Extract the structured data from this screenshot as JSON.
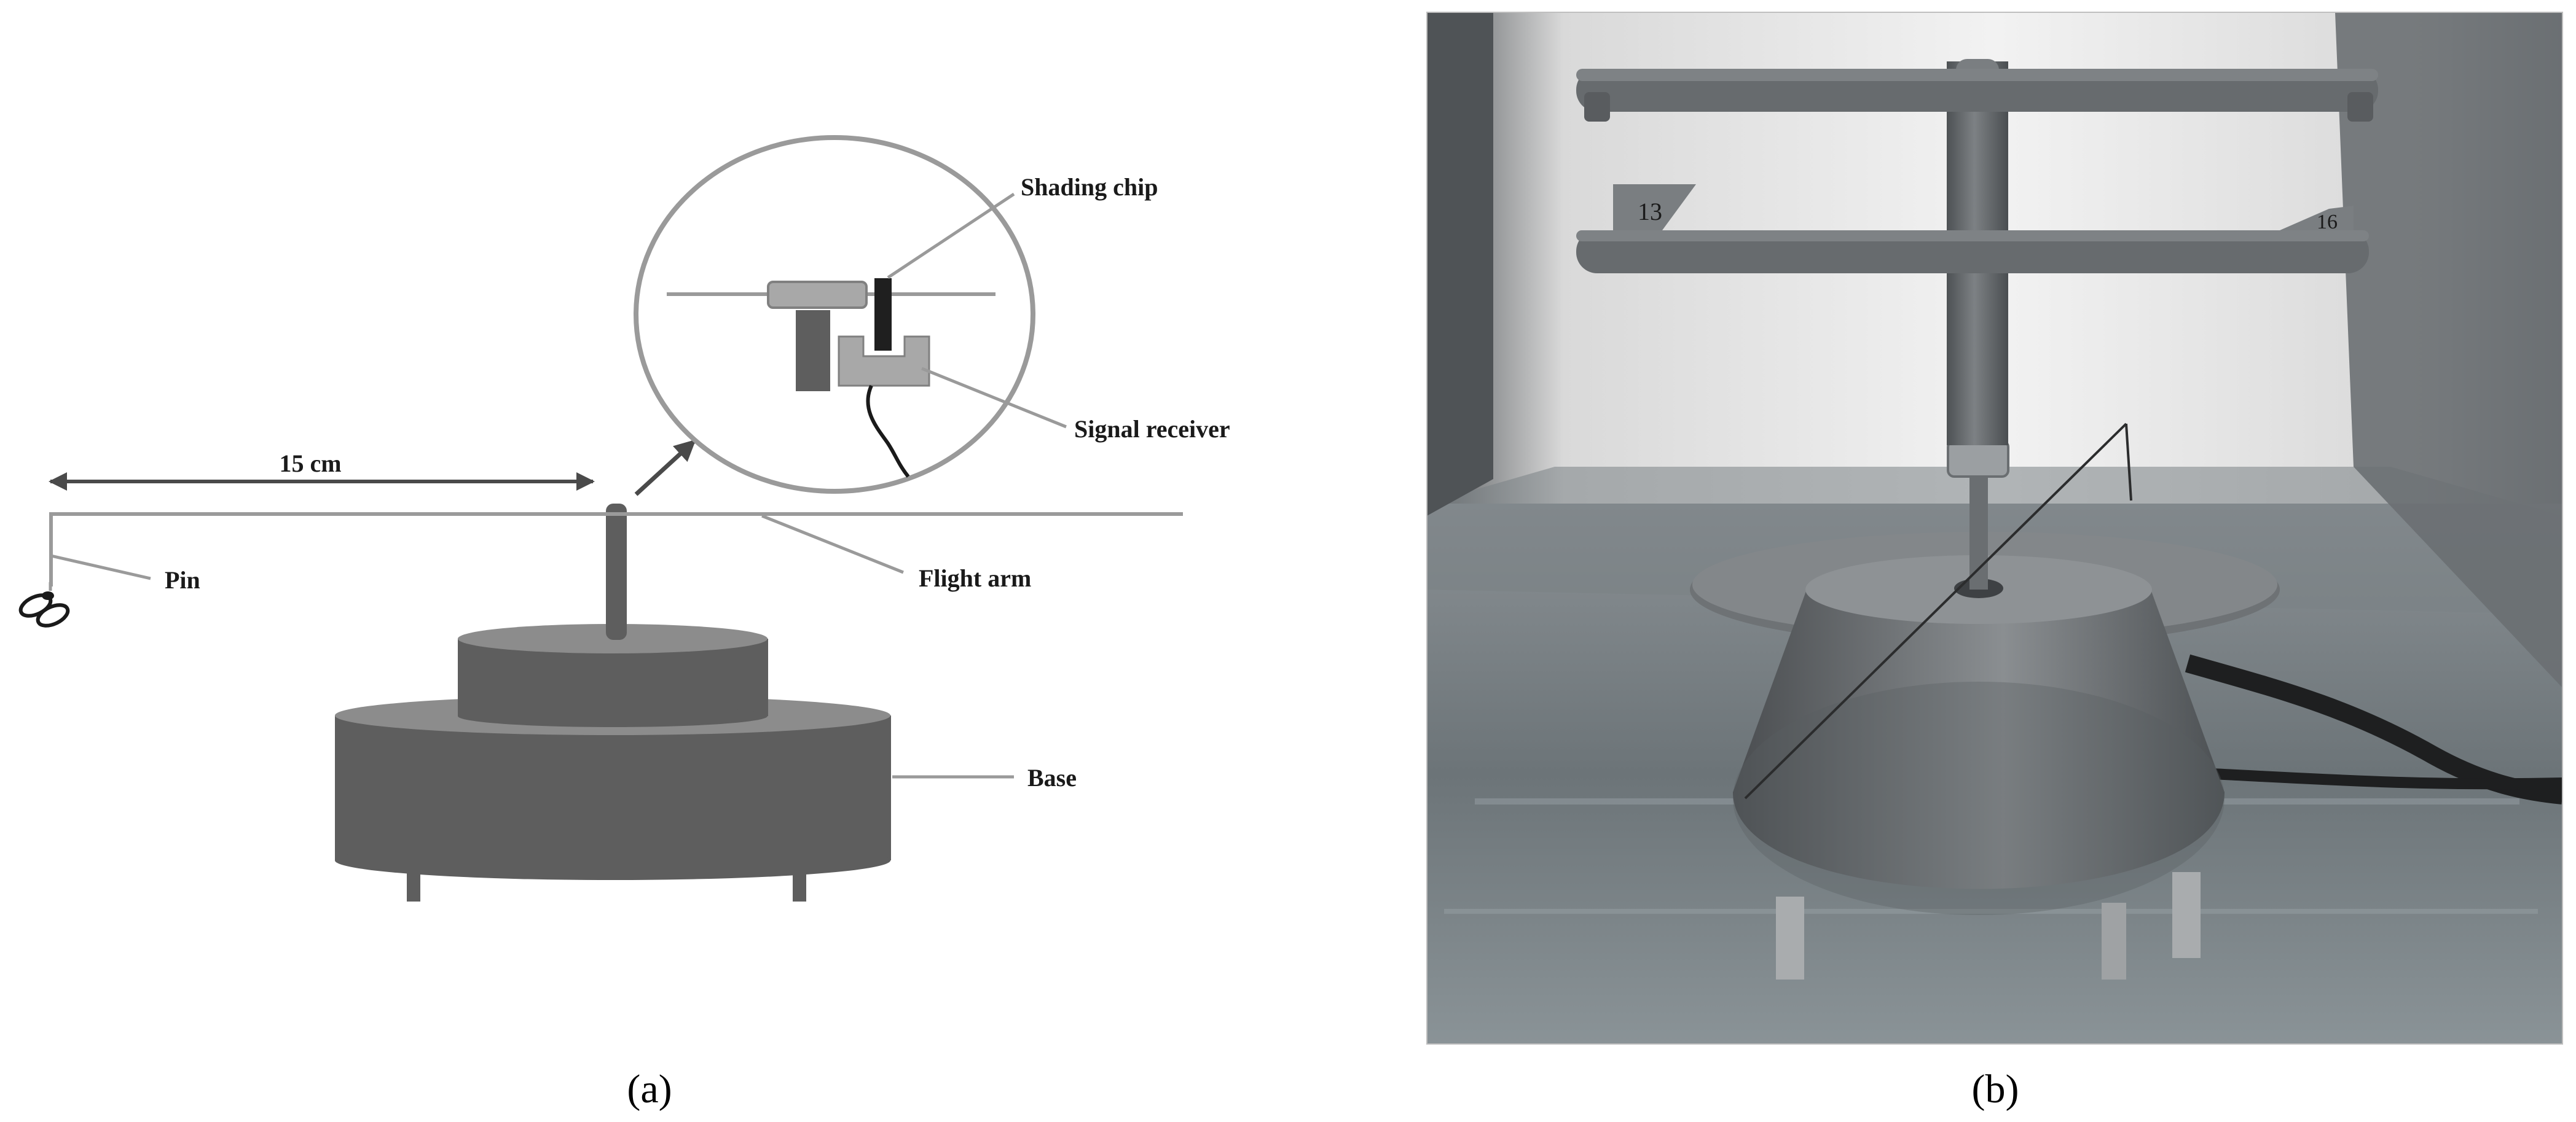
{
  "panel_a": {
    "caption": "(a)",
    "labels": {
      "shading_chip": "Shading chip",
      "signal_receiver": "Signal receiver",
      "distance": "15 cm",
      "pin": "Pin",
      "flight_arm": "Flight arm",
      "base": "Base"
    }
  },
  "panel_b": {
    "caption": "(b)",
    "photo_marks": {
      "left_tag": "13",
      "right_tag": "16"
    }
  },
  "colors": {
    "base_dark": "#5e5e5e",
    "base_top": "#8c8c8c",
    "line_gray": "#9a9a9a",
    "photo_plastic": "#5f6367"
  }
}
